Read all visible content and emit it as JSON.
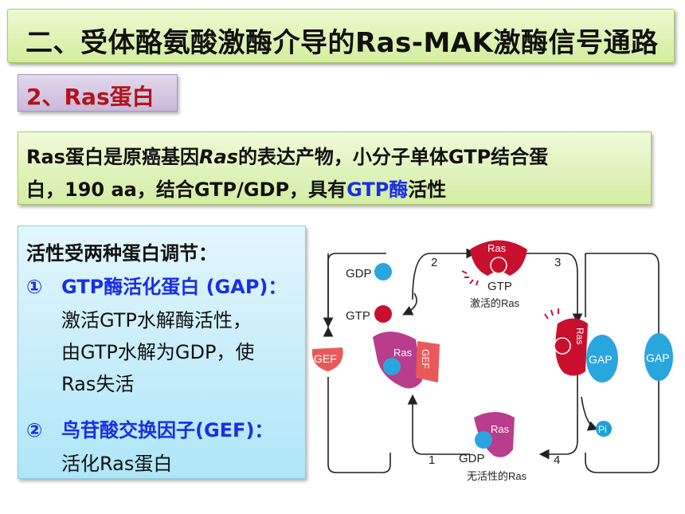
{
  "header": {
    "title": "二、受体酪氨酸激酶介导的Ras-MAK激酶信号通路"
  },
  "section": {
    "title": "2、Ras蛋白"
  },
  "description": {
    "line1_pre": "Ras蛋白是原癌基因",
    "line1_gene": "Ras",
    "line1_post": "的表达产物，小分子单体GTP结合蛋",
    "line2_pre": "白，190 aa，结合GTP/GDP，具有",
    "line2_highlight": "GTP酶",
    "line2_post": "活性"
  },
  "regulation": {
    "heading": "活性受两种蛋白调节：",
    "item1": {
      "number": "①",
      "title": "GTP酶活化蛋白 (GAP)：",
      "lines": [
        "激活GTP水解酶活性，",
        "由GTP水解为GDP，使",
        "Ras失活"
      ]
    },
    "item2": {
      "number": "②",
      "title": "鸟苷酸交换因子(GEF)：",
      "lines": [
        "活化Ras蛋白"
      ]
    }
  },
  "diagram": {
    "labels": {
      "gdp_top": "GDP",
      "gtp_mid": "GTP",
      "gef_left": "GEF",
      "ras_complex": "Ras",
      "gef_complex": "GEF",
      "ras_active": "Ras",
      "gtp_active": "GTP",
      "active_caption": "激活的Ras",
      "ras_gap": "Ras",
      "gap_bound": "GAP",
      "gap_free": "GAP",
      "pi": "Pi",
      "ras_inactive": "Ras",
      "gdp_inactive": "GDP",
      "inactive_caption": "无活性的Ras"
    },
    "steps": [
      "1",
      "2",
      "3",
      "4"
    ],
    "colors": {
      "ras_active": "#c8102e",
      "ras_inactive": "#b83d8c",
      "gdp": "#2aa6de",
      "gtp": "#c8102e",
      "gef": "#e85a5a",
      "pi": "#1aa0d8"
    }
  }
}
